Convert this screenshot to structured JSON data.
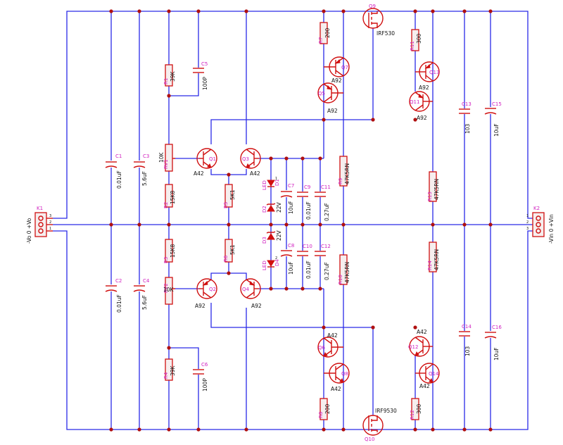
{
  "connectors": [
    {
      "ref": "K1",
      "pins": [
        "3",
        "2",
        "1"
      ],
      "labels": "-Vo 0 +Vo"
    },
    {
      "ref": "K2",
      "pins": [
        "1",
        "2",
        "3"
      ],
      "labels": "-Vin 0 +Vin"
    }
  ],
  "capacitors": [
    {
      "ref": "C1",
      "value": "0.01uF"
    },
    {
      "ref": "C2",
      "value": "0.01uF"
    },
    {
      "ref": "C3",
      "value": "5.6uF"
    },
    {
      "ref": "C4",
      "value": "5.6uF"
    },
    {
      "ref": "C5",
      "value": "100P"
    },
    {
      "ref": "C6",
      "value": "100P"
    },
    {
      "ref": "C7",
      "value": "10uF"
    },
    {
      "ref": "C8",
      "value": "10uF"
    },
    {
      "ref": "C9",
      "value": "0.01uF"
    },
    {
      "ref": "C10",
      "value": "0.01uF"
    },
    {
      "ref": "C11",
      "value": "0.27uF"
    },
    {
      "ref": "C12",
      "value": "0.27uF"
    },
    {
      "ref": "C13",
      "value": "103"
    },
    {
      "ref": "C14",
      "value": "103"
    },
    {
      "ref": "C15",
      "value": "10uF"
    },
    {
      "ref": "C16",
      "value": "10uF"
    }
  ],
  "resistors": [
    {
      "ref": "R1",
      "value": "39K"
    },
    {
      "ref": "R4",
      "value": "39K"
    },
    {
      "ref": "RV1",
      "value": "10K"
    },
    {
      "ref": "RV2",
      "value": "10K"
    },
    {
      "ref": "R2",
      "value": "15K8"
    },
    {
      "ref": "R3",
      "value": "15K8"
    },
    {
      "ref": "R5",
      "value": "5K1"
    },
    {
      "ref": "R6",
      "value": "5K1"
    },
    {
      "ref": "R7",
      "value": "200"
    },
    {
      "ref": "R8",
      "value": "200"
    },
    {
      "ref": "R9",
      "value": "47K5RN"
    },
    {
      "ref": "R10",
      "value": "47K5RN"
    },
    {
      "ref": "R11",
      "value": "300"
    },
    {
      "ref": "R12",
      "value": "300"
    },
    {
      "ref": "R13",
      "value": "47K5RN"
    },
    {
      "ref": "R14",
      "value": "47K5RN"
    }
  ],
  "transistors": [
    {
      "ref": "Q1",
      "type": "A42"
    },
    {
      "ref": "Q2",
      "type": "A92"
    },
    {
      "ref": "Q3",
      "type": "A42"
    },
    {
      "ref": "Q4",
      "type": "A92"
    },
    {
      "ref": "Q5",
      "type": "A92"
    },
    {
      "ref": "Q6",
      "type": "A42"
    },
    {
      "ref": "Q7",
      "type": "A92"
    },
    {
      "ref": "Q8",
      "type": "A42"
    },
    {
      "ref": "Q11",
      "type": "A92"
    },
    {
      "ref": "Q12",
      "type": "A42"
    },
    {
      "ref": "Q13",
      "type": "A92"
    },
    {
      "ref": "Q14",
      "type": "A42"
    },
    {
      "ref": "Q9",
      "type": "IRF530"
    },
    {
      "ref": "Q10",
      "type": "IRF9530"
    }
  ],
  "diodes": [
    {
      "ref": "D1",
      "type": "LED"
    },
    {
      "ref": "D2",
      "type": "22V"
    },
    {
      "ref": "D3",
      "type": "22V"
    },
    {
      "ref": "D4",
      "type": "LED"
    }
  ],
  "pin_numbers": [
    "1",
    "2"
  ]
}
